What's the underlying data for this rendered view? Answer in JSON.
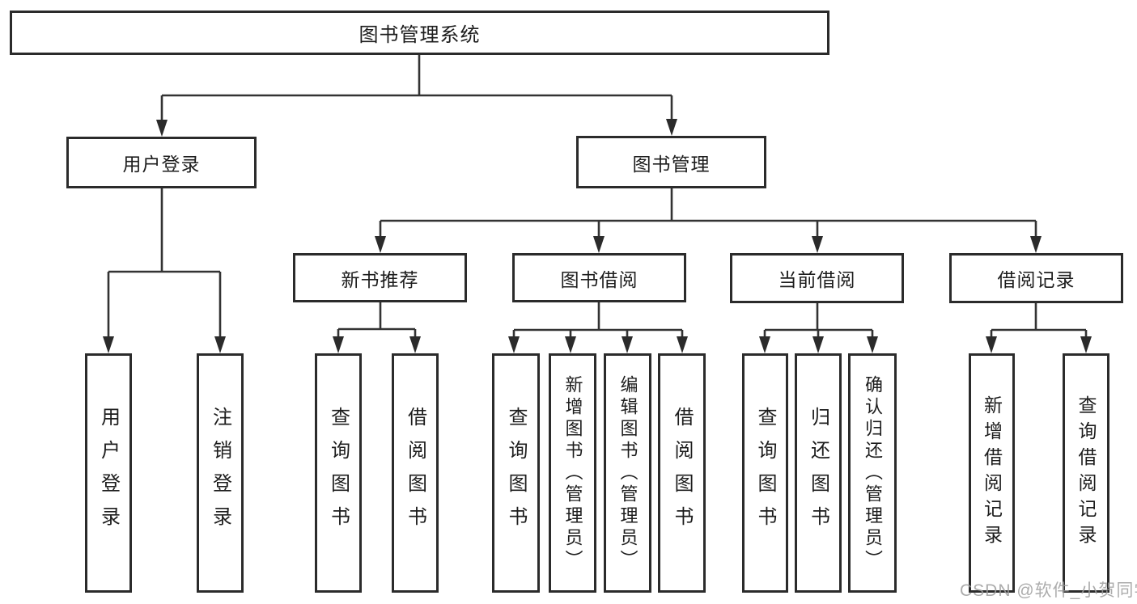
{
  "root": {
    "label": "图书管理系统"
  },
  "branches": {
    "user_login": {
      "label": "用户登录",
      "children": [
        "用户登录",
        "注销登录"
      ]
    },
    "book_mgmt": {
      "label": "图书管理",
      "modules": [
        {
          "label": "新书推荐",
          "children": [
            "查询图书",
            "借阅图书"
          ]
        },
        {
          "label": "图书借阅",
          "children": [
            "查询图书",
            "新增图书（管理员）",
            "编辑图书（管理员）",
            "借阅图书"
          ]
        },
        {
          "label": "当前借阅",
          "children": [
            "查询图书",
            "归还图书",
            "确认归还（管理员）"
          ]
        },
        {
          "label": "借阅记录",
          "children": [
            "新增借阅记录",
            "查询借阅记录"
          ]
        }
      ]
    }
  },
  "watermark": {
    "text": "CSDN @软件_小贺同学"
  },
  "colors": {
    "line": "#333333",
    "arrow": "#2b2b2b",
    "box_border": "#2b2b2b",
    "text": "#1d1d1d",
    "watermark": "#9e9e9e",
    "background": "#ffffff"
  }
}
